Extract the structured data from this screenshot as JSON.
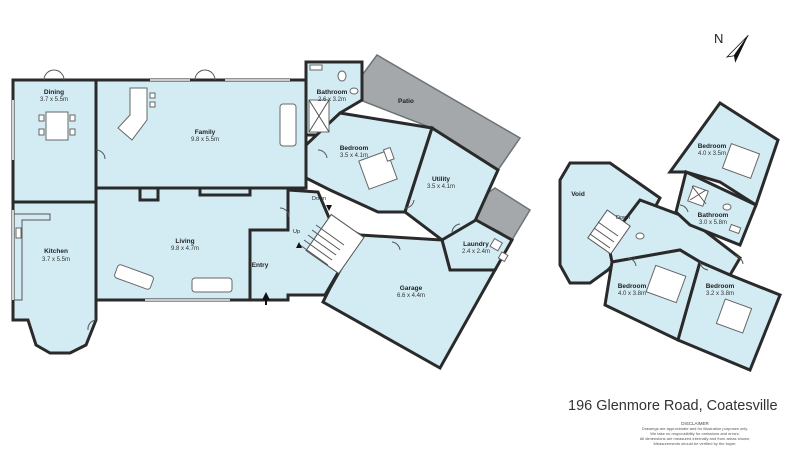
{
  "rooms": {
    "dining": {
      "name": "Dining",
      "dims": "3.7 x 5.5m"
    },
    "family": {
      "name": "Family",
      "dims": "9.8 x 5.5m"
    },
    "kitchen": {
      "name": "Kitchen",
      "dims": "3.7 x 5.5m"
    },
    "living": {
      "name": "Living",
      "dims": "9.8 x 4.7m"
    },
    "entry": {
      "name": "Entry"
    },
    "bathroom1": {
      "name": "Bathroom",
      "dims": "2.6 x 3.2m"
    },
    "patio": {
      "name": "Patio"
    },
    "bedroom1": {
      "name": "Bedroom",
      "dims": "3.5 x 4.1m"
    },
    "utility": {
      "name": "Utility",
      "dims": "3.5 x 4.1m"
    },
    "laundry": {
      "name": "Laundry",
      "dims": "2.4 x 2.4m"
    },
    "garage": {
      "name": "Garage",
      "dims": "6.6 x 4.4m"
    },
    "void": {
      "name": "Void"
    },
    "bedroom2": {
      "name": "Bedroom",
      "dims": "4.0 x 3.5m"
    },
    "bathroom2": {
      "name": "Bathroom",
      "dims": "3.0 x 5.8m"
    },
    "bedroom3": {
      "name": "Bedroom",
      "dims": "4.0 x 3.8m"
    },
    "bedroom4": {
      "name": "Bedroom",
      "dims": "3.2 x 3.8m"
    }
  },
  "stairs": {
    "down1": "Down",
    "up": "Up",
    "down2": "Down"
  },
  "north_label": "N",
  "address": "196 Glenmore Road, Coatesville",
  "disclaimer": {
    "title": "DISCLAIMER",
    "lines": [
      "Drawings are approximate and for illustration purposes only.",
      "We take no responsibility for omissions and errors.",
      "All dimensions are measured internally and from areas shown,",
      "Measurements should be verified by the buyer."
    ]
  }
}
